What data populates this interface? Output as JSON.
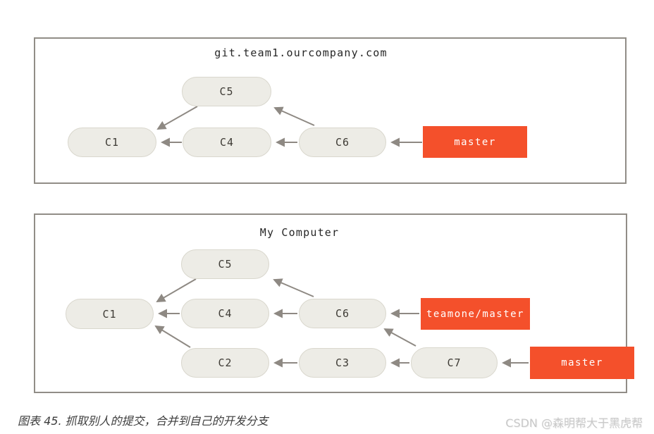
{
  "panels": [
    {
      "title": "git.team1.ourcompany.com",
      "nodes": [
        {
          "label": "C5"
        },
        {
          "label": "C1"
        },
        {
          "label": "C4"
        },
        {
          "label": "C6"
        }
      ],
      "edges": [
        {
          "from": "C5",
          "to": "C1"
        },
        {
          "from": "C4",
          "to": "C1"
        },
        {
          "from": "C6",
          "to": "C5"
        },
        {
          "from": "C6",
          "to": "C4"
        }
      ],
      "refs": [
        {
          "label": "master",
          "points_to": "C6"
        }
      ]
    },
    {
      "title": "My Computer",
      "nodes": [
        {
          "label": "C5"
        },
        {
          "label": "C1"
        },
        {
          "label": "C4"
        },
        {
          "label": "C6"
        },
        {
          "label": "C2"
        },
        {
          "label": "C3"
        },
        {
          "label": "C7"
        }
      ],
      "edges": [
        {
          "from": "C5",
          "to": "C1"
        },
        {
          "from": "C4",
          "to": "C1"
        },
        {
          "from": "C6",
          "to": "C5"
        },
        {
          "from": "C6",
          "to": "C4"
        },
        {
          "from": "C2",
          "to": "C1"
        },
        {
          "from": "C3",
          "to": "C2"
        },
        {
          "from": "C7",
          "to": "C6"
        },
        {
          "from": "C7",
          "to": "C3"
        }
      ],
      "refs": [
        {
          "label": "teamone/master",
          "points_to": "C6"
        },
        {
          "label": "master",
          "points_to": "C7"
        }
      ]
    }
  ],
  "caption": "图表 45. 抓取别人的提交，合并到自己的开发分支",
  "watermark": "CSDN @森明帮大于黑虎帮",
  "colors": {
    "ref_bg": "#F4502B",
    "ref_text": "#FFFFFF",
    "node_bg": "#EDECE6",
    "node_border": "#D9D7CD",
    "arrow": "#8E8983",
    "panel_border": "#918D87",
    "title_text": "#262626",
    "caption_text": "#3C3C3C",
    "watermark_text": "#C9C9C9"
  }
}
